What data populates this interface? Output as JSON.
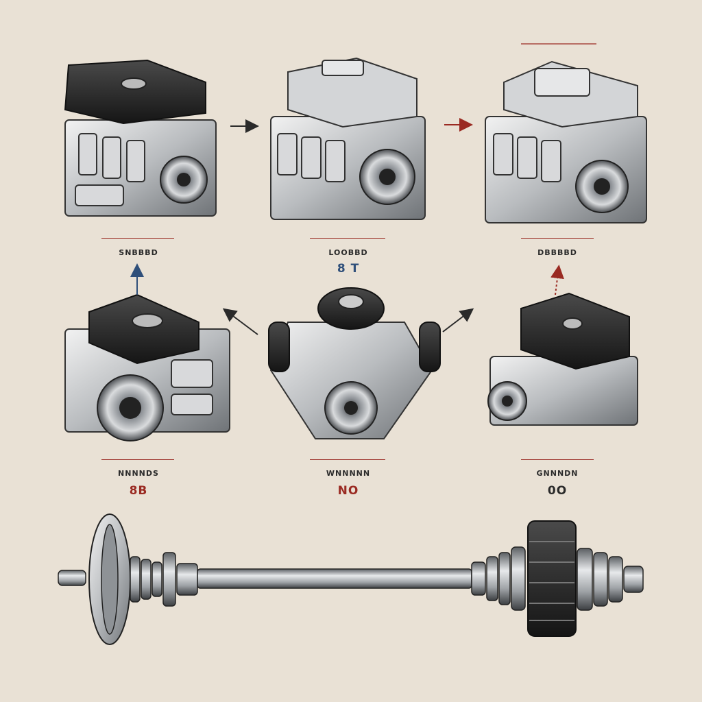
{
  "colors": {
    "background": "#e9e1d5",
    "ink": "#2a2a2a",
    "metal": "#c9cbcd",
    "dark_cover": "#2b2b2b",
    "accent_red": "#9a2a22",
    "accent_blue": "#2f4f7a"
  },
  "modules": [
    {
      "caption": "SNBBBD",
      "code": ""
    },
    {
      "caption": "LOOBBD",
      "code": "8 T"
    },
    {
      "caption": "DBBBBD",
      "code": ""
    },
    {
      "caption": "NNNNDS",
      "code": "8B"
    },
    {
      "caption": "WNNNNN",
      "code": "NO"
    },
    {
      "caption": "GNNNDN",
      "code": "0O"
    }
  ],
  "icons": [
    "arrow-right-icon",
    "arrow-up-icon",
    "arrow-up-left-icon",
    "arrow-up-right-icon",
    "arrow-up-red-icon"
  ]
}
